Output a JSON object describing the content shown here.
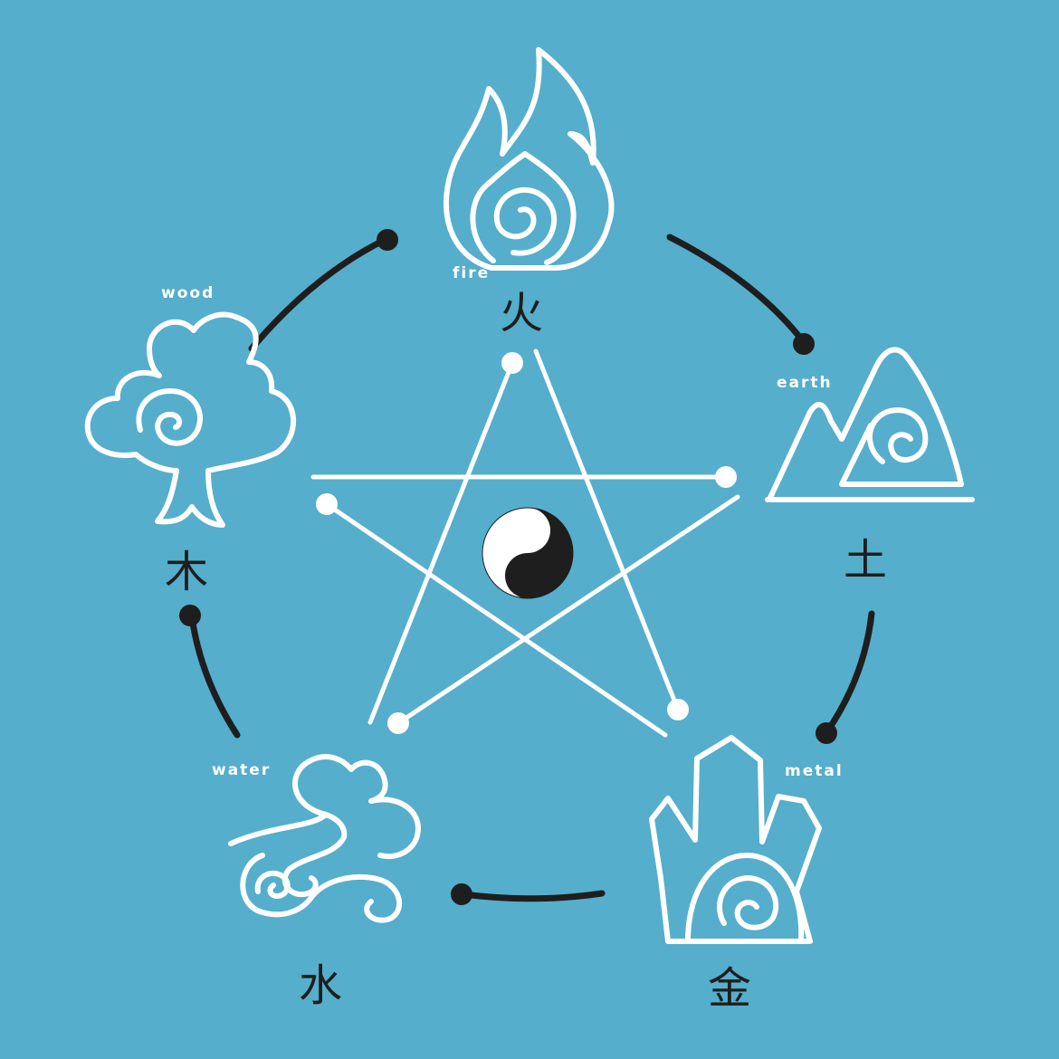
{
  "elements": {
    "fire": {
      "label": "fire",
      "hanzi": "火"
    },
    "earth": {
      "label": "earth",
      "hanzi": "土"
    },
    "metal": {
      "label": "metal",
      "hanzi": "金"
    },
    "water": {
      "label": "water",
      "hanzi": "水"
    },
    "wood": {
      "label": "wood",
      "hanzi": "木"
    }
  },
  "colors": {
    "background": "#55aecb",
    "line_art": "#ffffff",
    "cycle_arrows": "#1e1e1e",
    "yin": "#1e1e1e",
    "yang": "#ffffff"
  },
  "center_symbol": "yin-yang-icon"
}
